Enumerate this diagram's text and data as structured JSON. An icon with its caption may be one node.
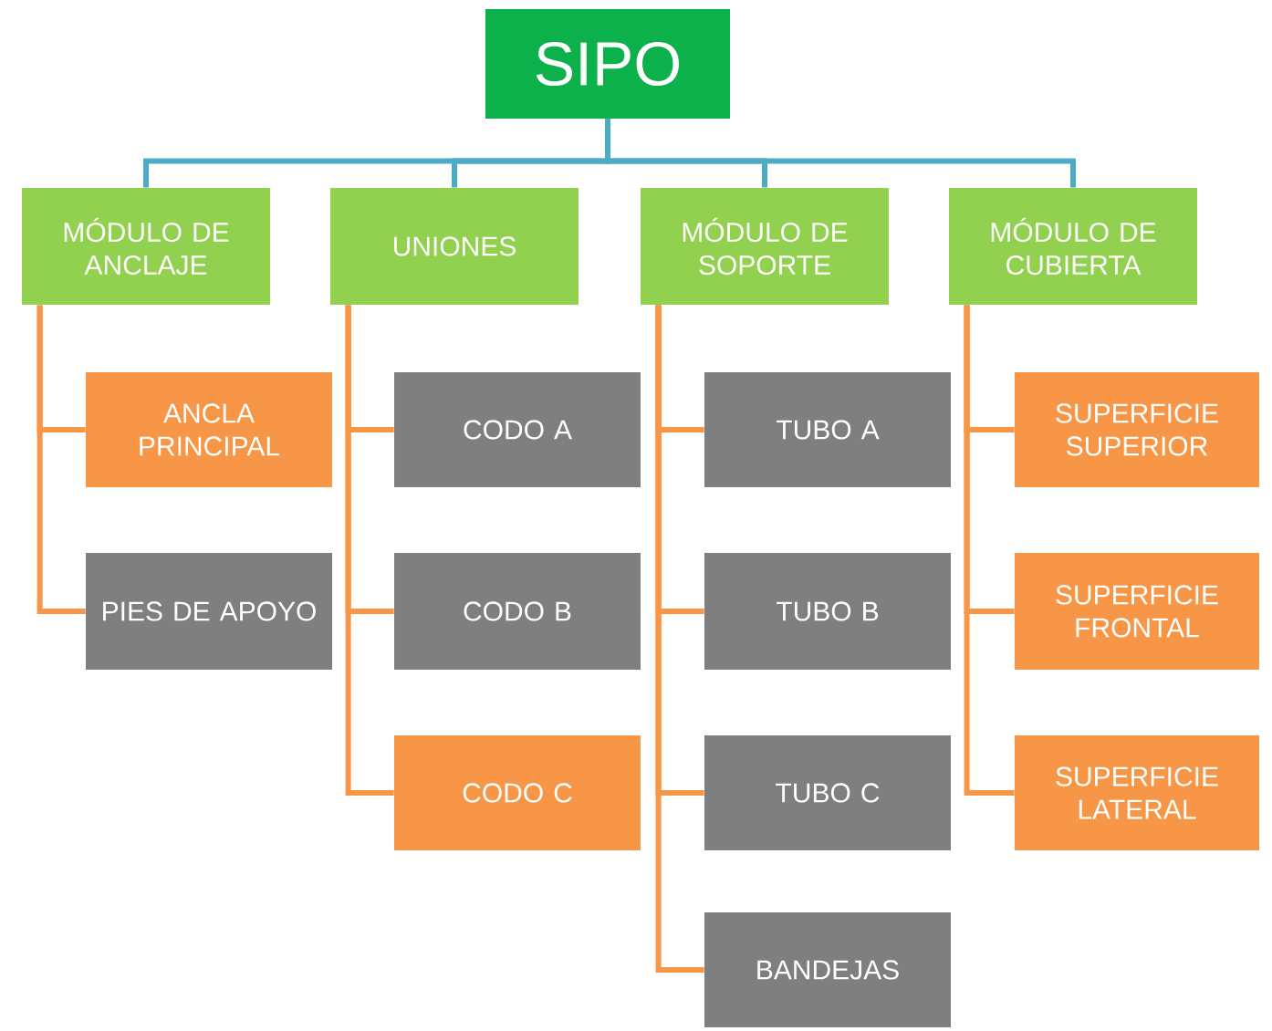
{
  "diagram": {
    "nodes": [
      {
        "text": [
          "SIPO"
        ]
      },
      {
        "text": [
          "MÓDULO DE ANCLAJE"
        ]
      },
      {
        "text": [
          "UNIONES"
        ]
      },
      {
        "text": [
          "MÓDULO DE SOPORTE"
        ]
      },
      {
        "text": [
          "MÓDULO DE CUBIERTA"
        ]
      },
      {
        "text": [
          "ANCLA PRINCIPAL"
        ]
      },
      {
        "text": [
          "PIES DE APOYO"
        ]
      },
      {
        "text": [
          "CODO A"
        ]
      },
      {
        "text": [
          "CODO B"
        ]
      },
      {
        "text": [
          "CODO C"
        ]
      },
      {
        "text": [
          "TUBO A"
        ]
      },
      {
        "text": [
          "TUBO B"
        ]
      },
      {
        "text": [
          "TUBO C"
        ]
      },
      {
        "text": [
          "BANDEJAS"
        ]
      },
      {
        "text": [
          "SUPERFICIE SUPERIOR"
        ]
      },
      {
        "text": [
          "SUPERFICIE FRONTAL"
        ]
      },
      {
        "text": [
          "SUPERFICIE LATERAL"
        ]
      }
    ],
    "edges": [
      {
        "from": 0,
        "to": 1,
        "arrow": "none",
        "color": "#4bacc6"
      },
      {
        "from": 0,
        "to": 2,
        "arrow": "none",
        "color": "#4bacc6"
      },
      {
        "from": 0,
        "to": 3,
        "arrow": "none",
        "color": "#4bacc6"
      },
      {
        "from": 0,
        "to": 4,
        "arrow": "none",
        "color": "#4bacc6"
      },
      {
        "from": 1,
        "to": 5,
        "arrow": "none"
      },
      {
        "from": 1,
        "to": 6,
        "arrow": "none"
      },
      {
        "from": 2,
        "to": 7,
        "arrow": "none"
      },
      {
        "from": 2,
        "to": 8,
        "arrow": "none"
      },
      {
        "from": 2,
        "to": 9,
        "arrow": "none"
      },
      {
        "from": 3,
        "to": 10,
        "arrow": "none"
      },
      {
        "from": 3,
        "to": 11,
        "arrow": "none"
      },
      {
        "from": 3,
        "to": 12,
        "arrow": "none"
      },
      {
        "from": 3,
        "to": 13,
        "arrow": "none"
      },
      {
        "from": 4,
        "to": 14,
        "arrow": "none"
      },
      {
        "from": 4,
        "to": 15,
        "arrow": "none"
      },
      {
        "from": 4,
        "to": 16,
        "arrow": "none"
      }
    ]
  }
}
